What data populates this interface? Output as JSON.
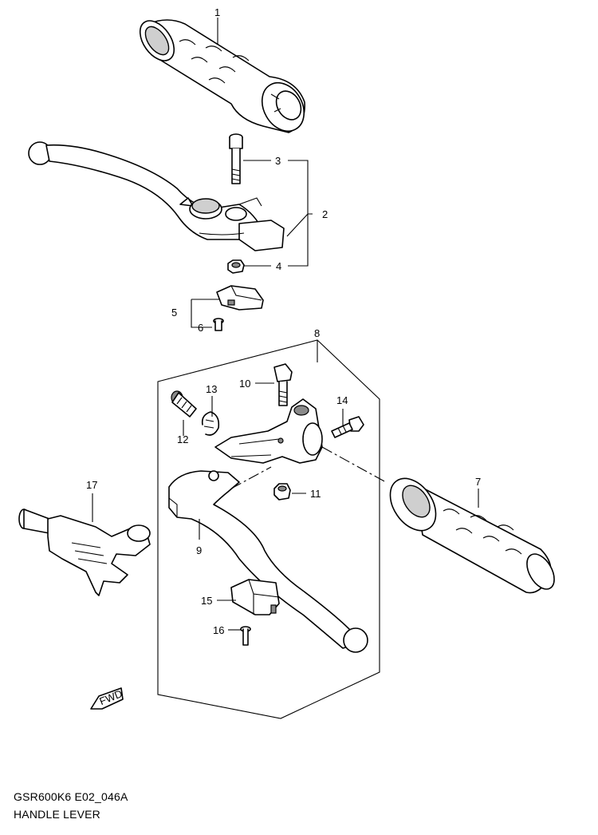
{
  "diagram": {
    "callouts": {
      "c1": "1",
      "c2": "2",
      "c3": "3",
      "c4": "4",
      "c5": "5",
      "c6": "6",
      "c7": "7",
      "c8": "8",
      "c9": "9",
      "c10": "10",
      "c11": "11",
      "c12": "12",
      "c13": "13",
      "c14": "14",
      "c15": "15",
      "c16": "16",
      "c17": "17"
    },
    "fwd_label": "FWD"
  },
  "footer": {
    "code": "GSR600K6 E02_046A",
    "title": "HANDLE LEVER"
  }
}
